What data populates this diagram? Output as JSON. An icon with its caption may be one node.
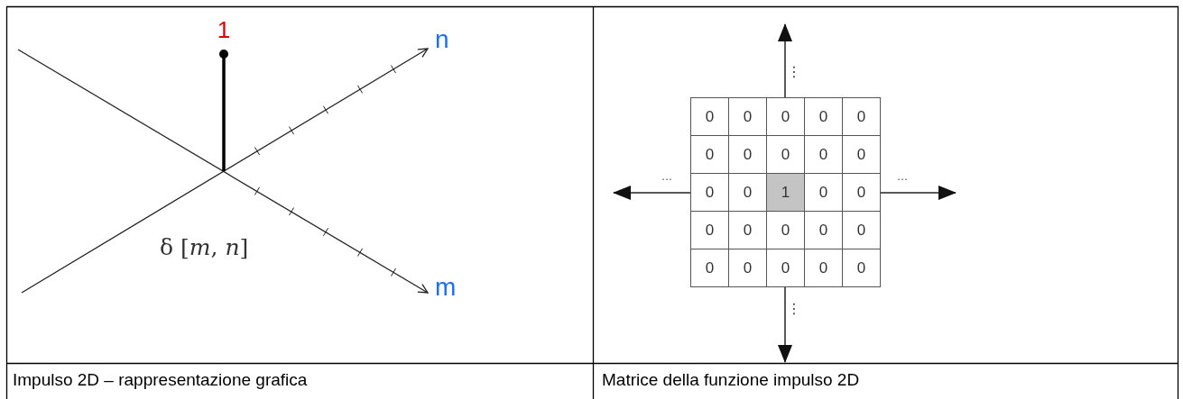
{
  "diagram": {
    "labels": [
      "1",
      "n",
      "δ [*m*, *n*]",
      "m",
      "⋮",
      "0",
      "0",
      "0",
      "0",
      "0",
      "0",
      "0",
      "0",
      "0",
      "0",
      "…",
      "0",
      "0",
      "1",
      "0",
      "0",
      "…",
      "0",
      "0",
      "0",
      "0",
      "0",
      "0",
      "0",
      "0",
      "0",
      "0",
      "⋮",
      "Impulso 2D – rappresentazione grafica",
      "Matrice della funzione impulso 2D"
    ]
  }
}
